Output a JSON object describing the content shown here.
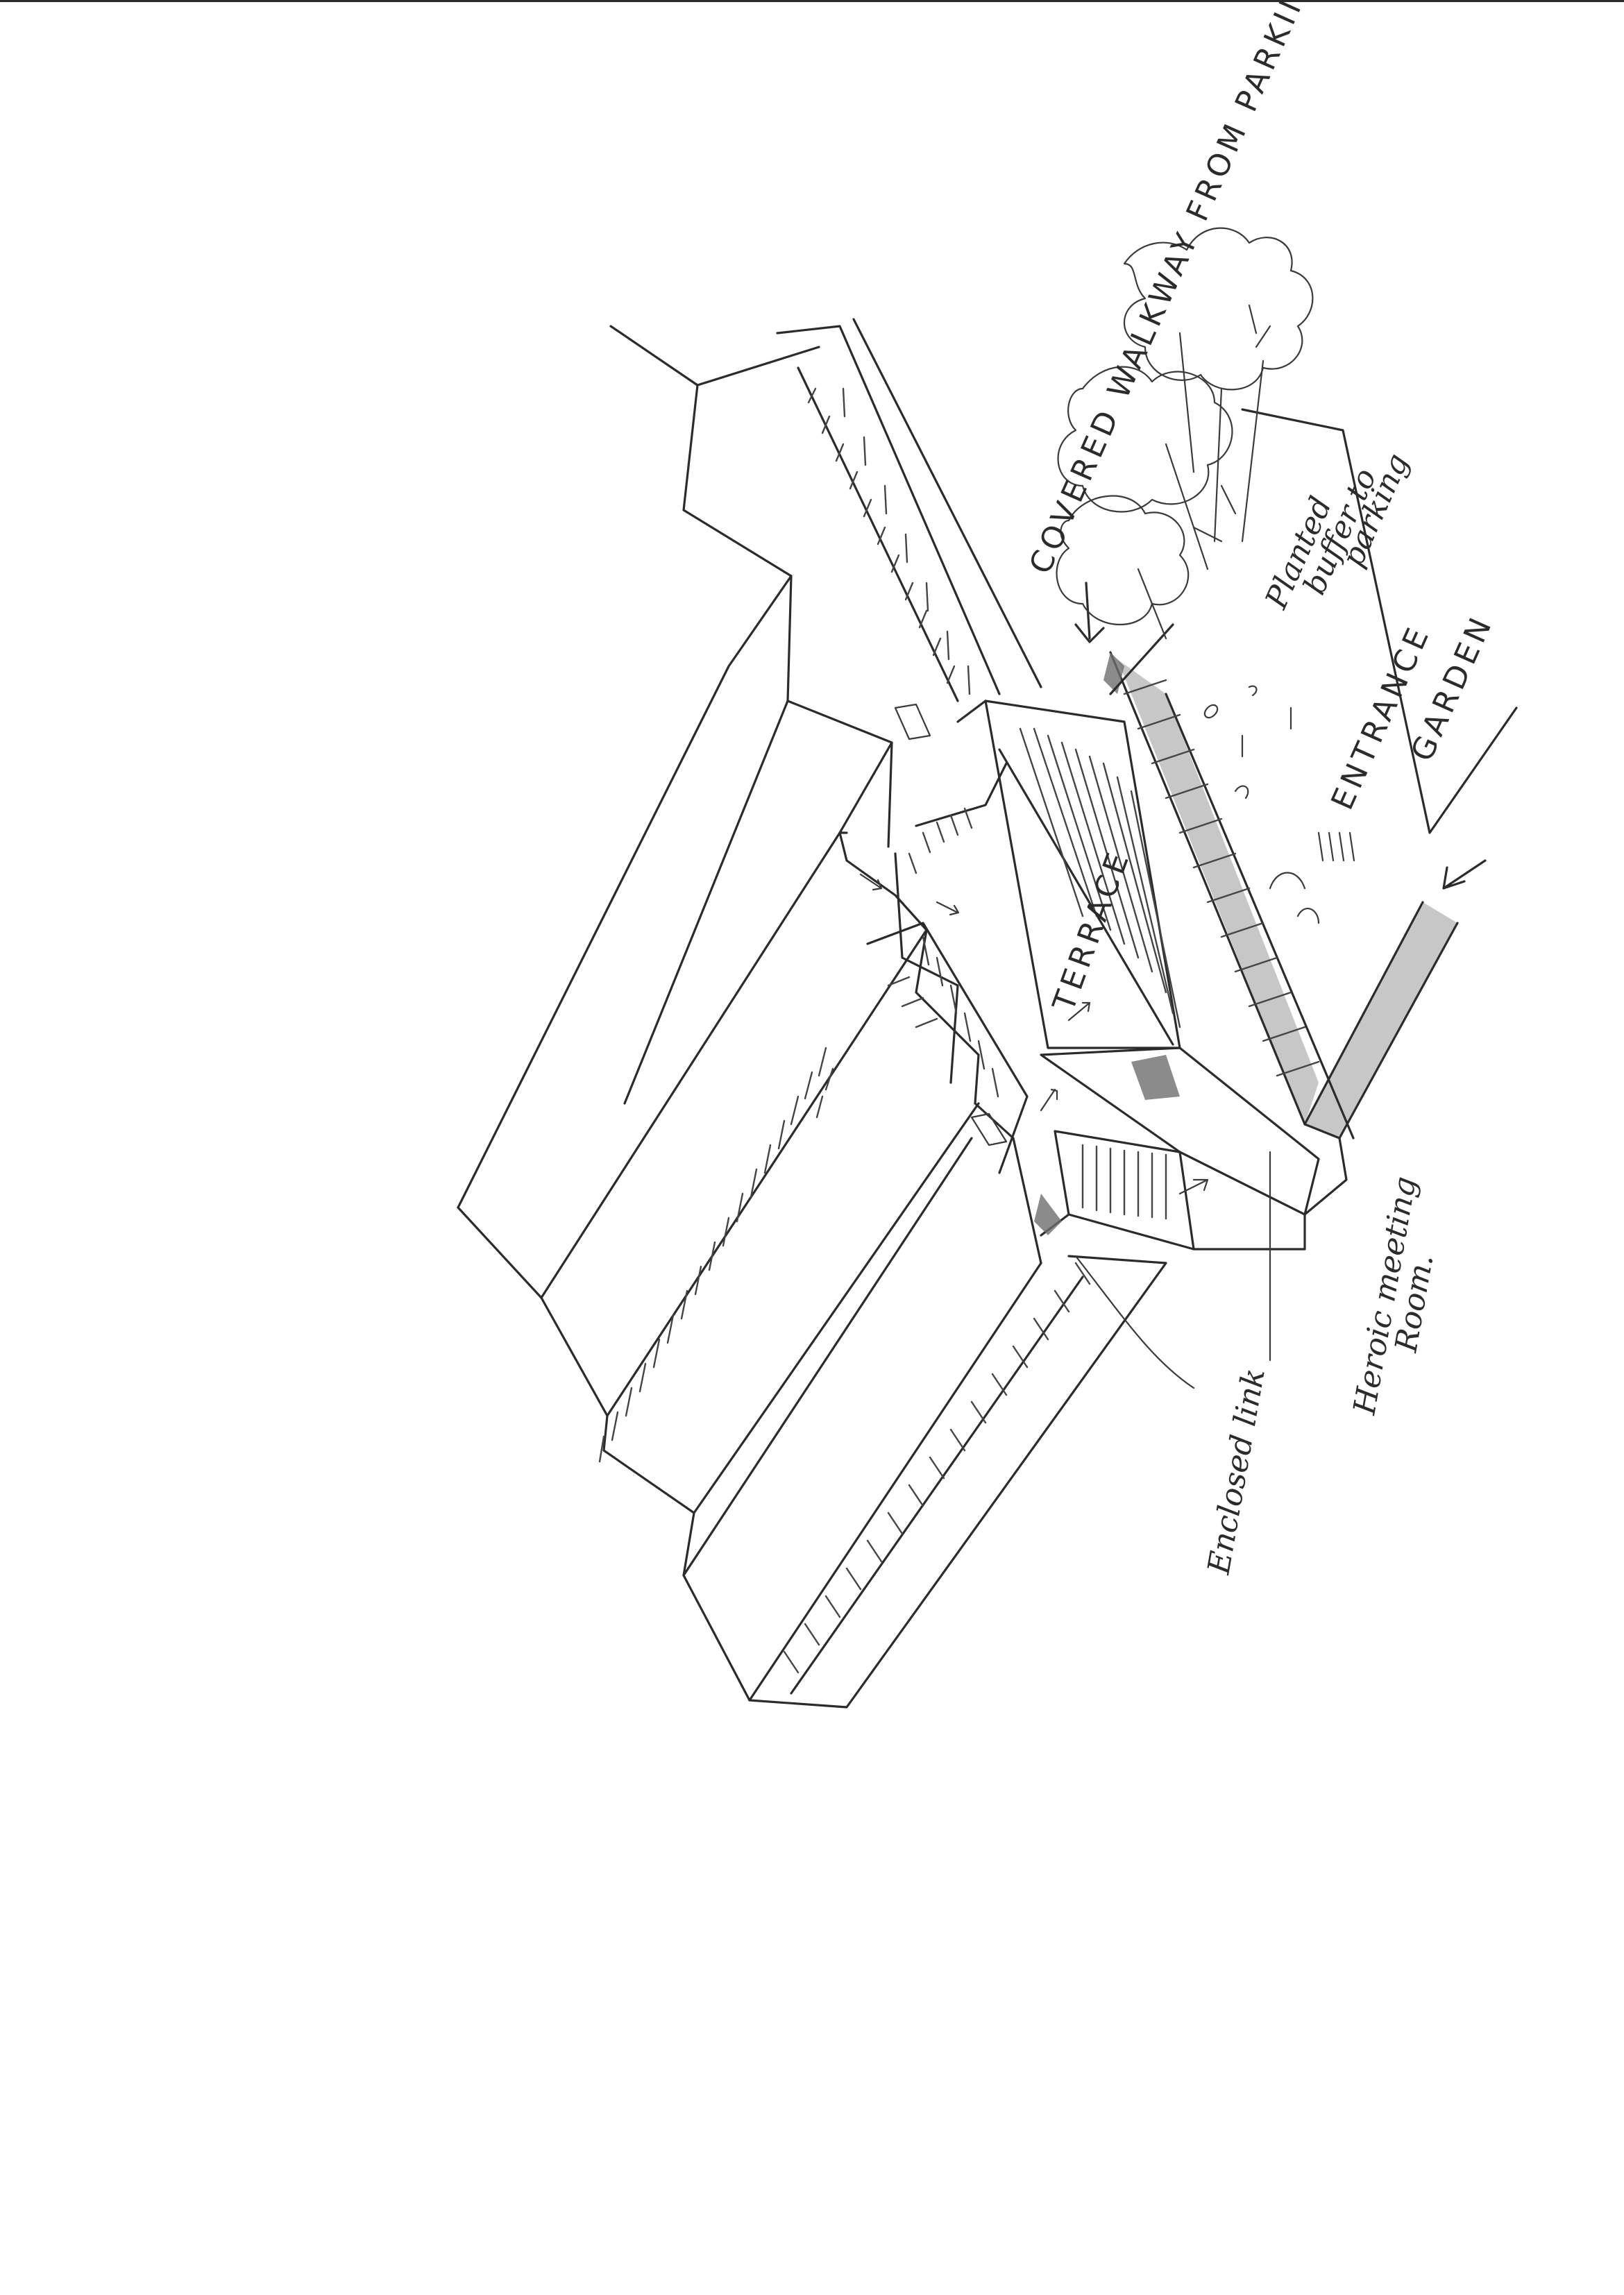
{
  "labels": {
    "walkway": "COVERED WALKWAY FROM PARKING",
    "terrace": "TERRACE",
    "entrance_garden_1": "ENTRANCE",
    "entrance_garden_2": "GARDEN",
    "planted_1": "Planted",
    "planted_2": "buffer to",
    "planted_3": "parking",
    "heroic_1": "Heroic meeting",
    "heroic_2": "Room.",
    "enclosed_link": "Enclosed link"
  }
}
